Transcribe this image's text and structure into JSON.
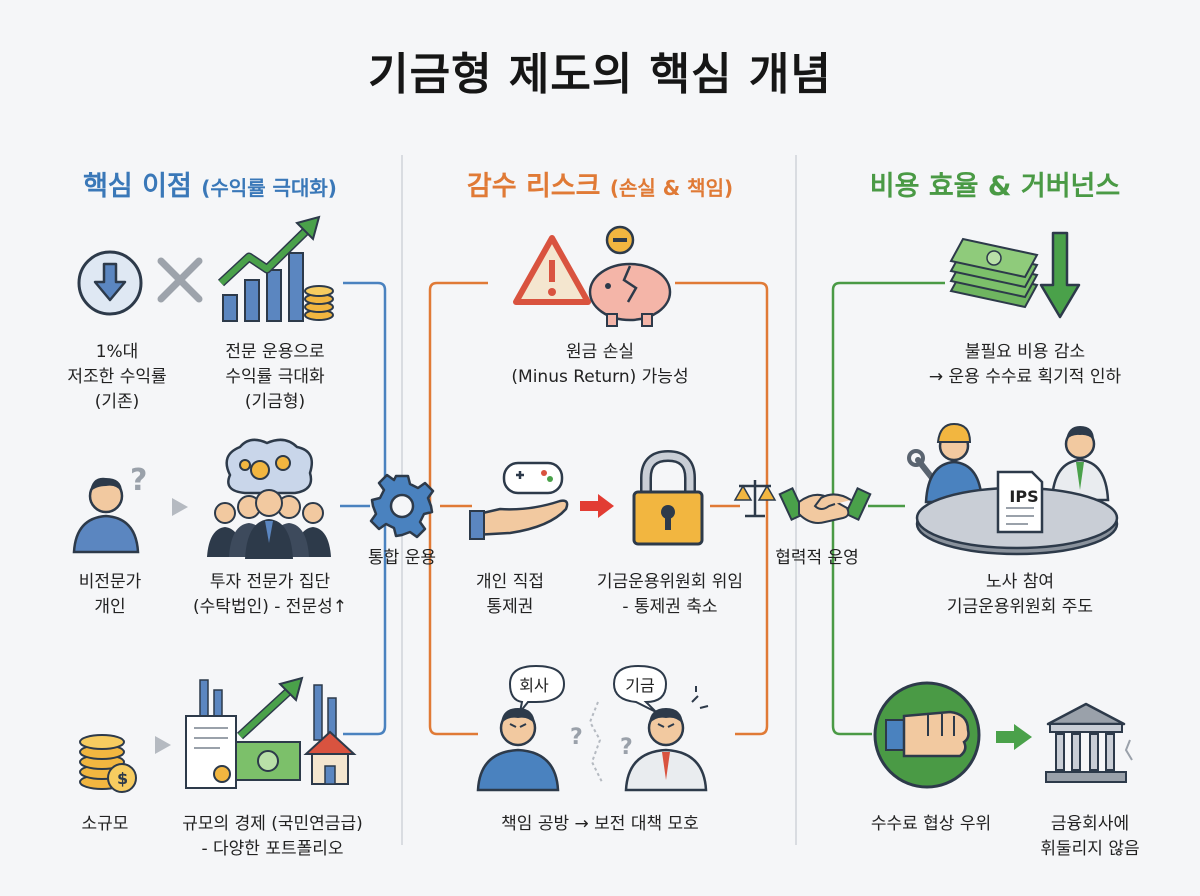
{
  "title": "기금형 제도의 핵심 개념",
  "columns": {
    "left": {
      "heading": "핵심 이점",
      "sub": "(수익률 극대화)",
      "color": "#3a78b8"
    },
    "middle": {
      "heading": "감수 리스크",
      "sub": "(손실 & 책임)",
      "color": "#e07a36"
    },
    "right": {
      "heading": "비용 효율 & 거버넌스",
      "color": "#4a9a45"
    }
  },
  "left": {
    "row1_a": [
      "1%대",
      "저조한 수익률",
      "(기존)"
    ],
    "row1_b": [
      "전문 운용으로",
      "수익률 극대화",
      "(기금형)"
    ],
    "row2_a": [
      "비전문가",
      "개인"
    ],
    "row2_b": [
      "투자 전문가 집단",
      "(수탁법인) - 전문성↑"
    ],
    "row3_a": [
      "소규모"
    ],
    "row3_b": [
      "규모의 경제 (국민연금급)",
      "- 다양한 포트폴리오"
    ],
    "hub": "통합 운용"
  },
  "middle": {
    "top": [
      "원금 손실",
      "(Minus Return) 가능성"
    ],
    "mid_a": [
      "개인 직접",
      "통제권"
    ],
    "mid_b": [
      "기금운용위원회 위임",
      "- 통제권 축소"
    ],
    "bottom": [
      "책임 공방 → 보전 대책 모호"
    ],
    "bubble1": "회사",
    "bubble2": "기금",
    "hub": "협력적 운영"
  },
  "right": {
    "top": [
      "불필요 비용 감소",
      "→ 운용 수수료 획기적 인하"
    ],
    "mid": [
      "노사 참여",
      "기금운용위원회 주도"
    ],
    "doc": "IPS",
    "bottom_a": [
      "수수료 협상 우위"
    ],
    "bottom_b": [
      "금융회사에",
      "휘둘리지 않음"
    ]
  }
}
